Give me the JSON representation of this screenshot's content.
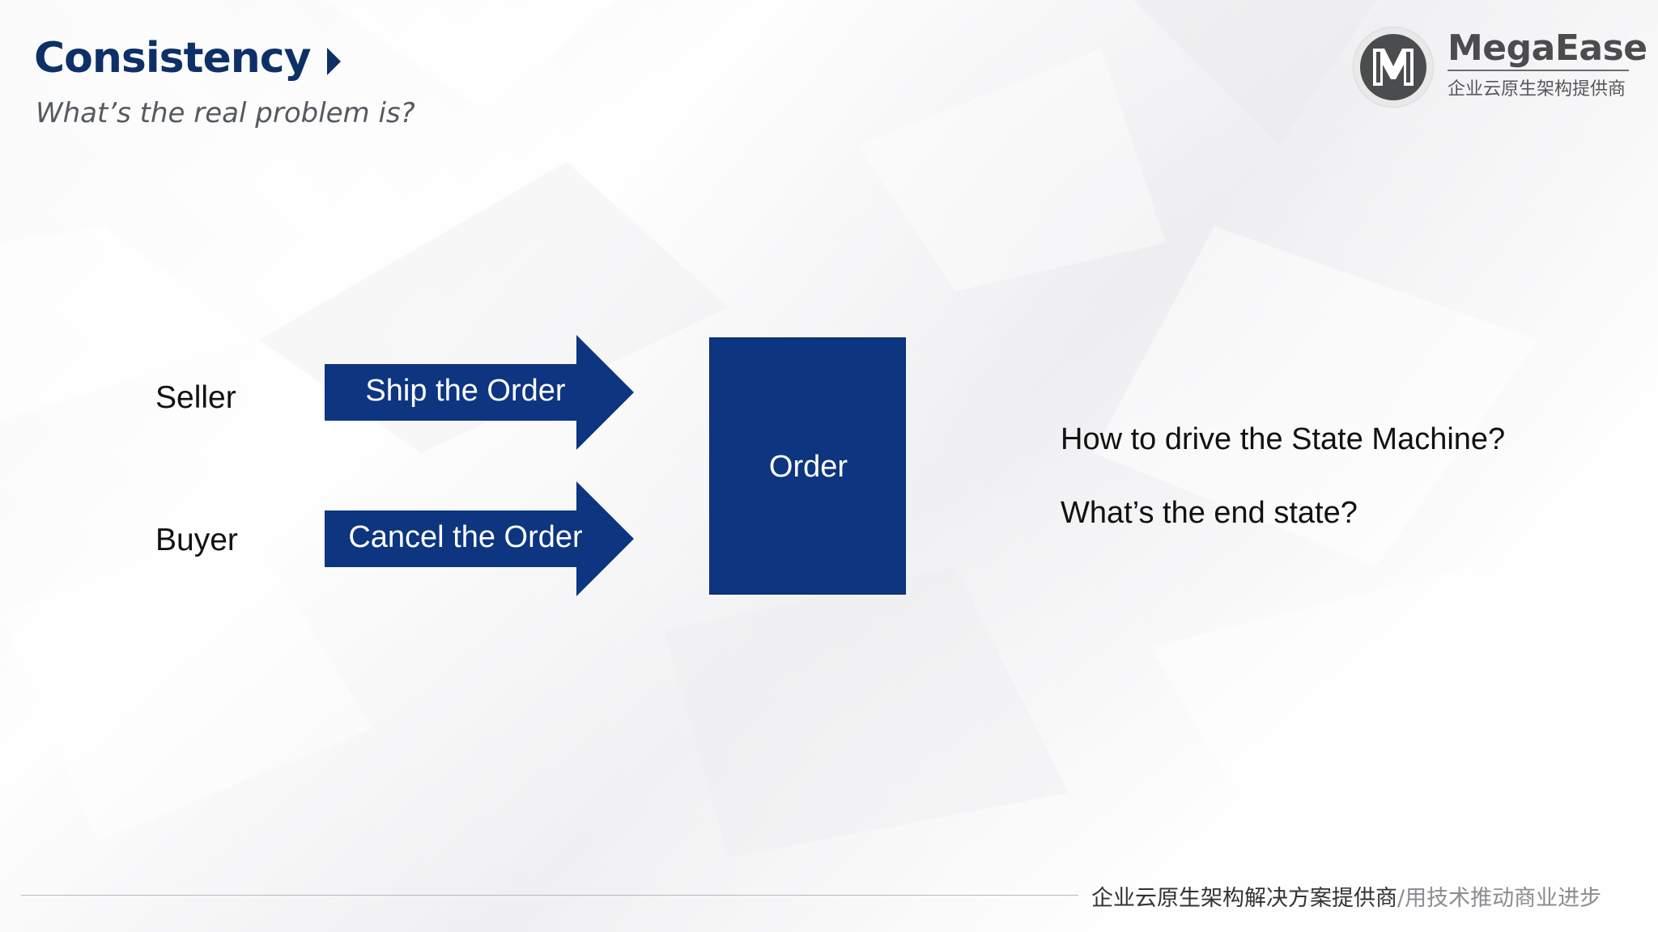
{
  "header": {
    "title": "Consistency",
    "subtitle": "What’s the real problem is?"
  },
  "logo": {
    "name": "MegaEase",
    "tagline": "企业云原生架构提供商",
    "mark_letter": "M"
  },
  "diagram": {
    "actors": [
      {
        "label": "Seller"
      },
      {
        "label": "Buyer"
      }
    ],
    "actions": [
      {
        "label": "Ship the Order",
        "actor": "Seller"
      },
      {
        "label": "Cancel the Order",
        "actor": "Buyer"
      }
    ],
    "target": {
      "label": "Order"
    },
    "questions": [
      "How to drive the State Machine?",
      "What’s the end state?"
    ]
  },
  "footer": {
    "main": "企业云原生架构解决方案提供商",
    "secondary": "/用技术推动商业进步"
  },
  "colors": {
    "brand_navy": "#0d3067",
    "shape_fill": "#0d3580",
    "logo_gray": "#4a4c4e"
  }
}
